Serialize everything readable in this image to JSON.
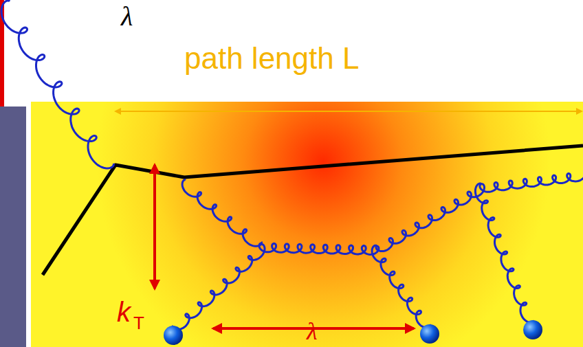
{
  "diagram": {
    "labels": [
      "λ",
      "path length L",
      "k",
      "T",
      "λ"
    ]
  }
}
